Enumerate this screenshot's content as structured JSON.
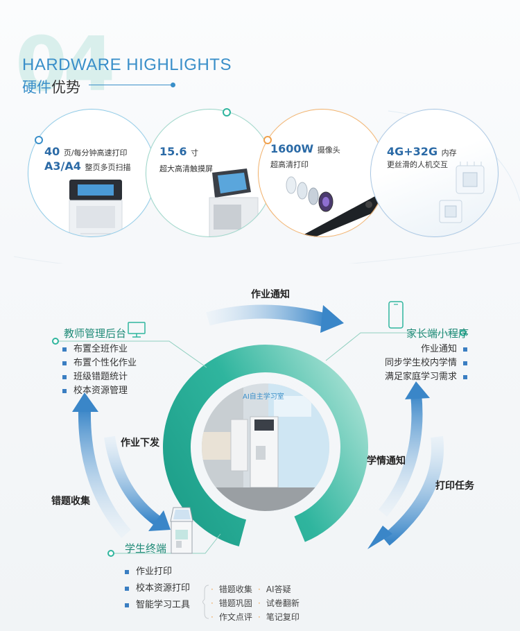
{
  "header": {
    "number": "04",
    "title_en": "HARDWARE HIGHLIGHTS",
    "title_cn_1": "硬件",
    "title_cn_2": "优势"
  },
  "highlights": [
    {
      "main_1": "40",
      "unit_1": "页/每分钟高速打印",
      "main_2": "A3/A4",
      "unit_2": "整页多页扫描"
    },
    {
      "main_1": "15.6",
      "unit_1": "寸",
      "line_2": "超大高清触摸屏"
    },
    {
      "main_1": "1600W",
      "unit_1": "摄像头",
      "line_2": "超高清打印"
    },
    {
      "main_1": "4G+32G",
      "unit_1": "内存",
      "line_2": "更丝滑的人机交互"
    }
  ],
  "flow": {
    "top_label": "作业通知",
    "left_label": "作业下发",
    "left_outer_label": "错题收集",
    "right_label": "学情通知",
    "right_outer_label": "打印任务"
  },
  "teacher": {
    "title": "教师管理后台",
    "items": [
      "布置全班作业",
      "布置个性化作业",
      "班级错题统计",
      "校本资源管理"
    ]
  },
  "parent": {
    "title": "家长端小程序",
    "items": [
      "作业通知",
      "同步学生校内学情",
      "满足家庭学习需求"
    ]
  },
  "student": {
    "title": "学生终端",
    "items": [
      "作业打印",
      "校本资源打印",
      "智能学习工具"
    ],
    "tools": [
      "错题收集",
      "AI答疑",
      "错题巩固",
      "试卷翻新",
      "作文点评",
      "笔记复印"
    ]
  },
  "photo": {
    "sign": "AI自主学习室"
  },
  "colors": {
    "teal": "#2fb59e",
    "blue": "#3a8fc9",
    "orange": "#f0a04b"
  }
}
